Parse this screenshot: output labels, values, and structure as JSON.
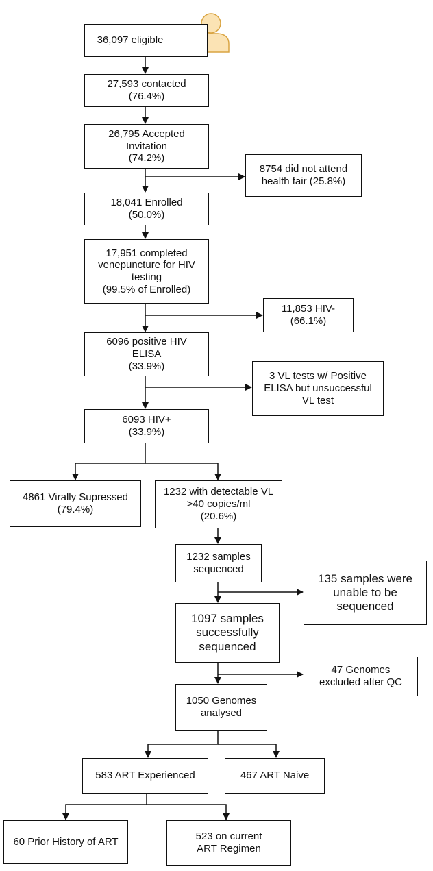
{
  "boxes": {
    "eligible": "36,097 eligible",
    "contacted": "27,593 contacted\n(76.4%)",
    "accepted": "26,795 Accepted\nInvitation\n(74.2%)",
    "not_attend": "8754 did not attend\nhealth fair (25.8%)",
    "enrolled": "18,041 Enrolled\n(50.0%)",
    "venepuncture": "17,951 completed\nvenepuncture for HIV\ntesting\n(99.5% of Enrolled)",
    "hiv_neg": "11,853 HIV-\n(66.1%)",
    "elisa_pos": "6096 positive HIV\nELISA\n(33.9%)",
    "vl_unsuccessful": "3 VL tests w/ Positive\nELISA but unsuccessful\nVL test",
    "hiv_pos": "6093 HIV+\n(33.9%)",
    "suppressed": "4861 Virally Supressed\n(79.4%)",
    "detectable": "1232 with detectable VL\n>40 copies/ml\n(20.6%)",
    "sequenced": "1232 samples\nsequenced",
    "unable": "135 samples were\nunable to be\nsequenced",
    "success": "1097 samples\nsuccessfully\nsequenced",
    "excluded": "47 Genomes\nexcluded after QC",
    "analysed": "1050 Genomes\nanalysed",
    "experienced": "583 ART Experienced",
    "naive": "467 ART Naive",
    "prior": "60 Prior History of ART",
    "current": "523 on current\nART Regimen"
  },
  "colors": {
    "person_fill": "#fbe3b4",
    "person_stroke": "#d9a441"
  },
  "icons": {
    "person": "person-icon"
  }
}
